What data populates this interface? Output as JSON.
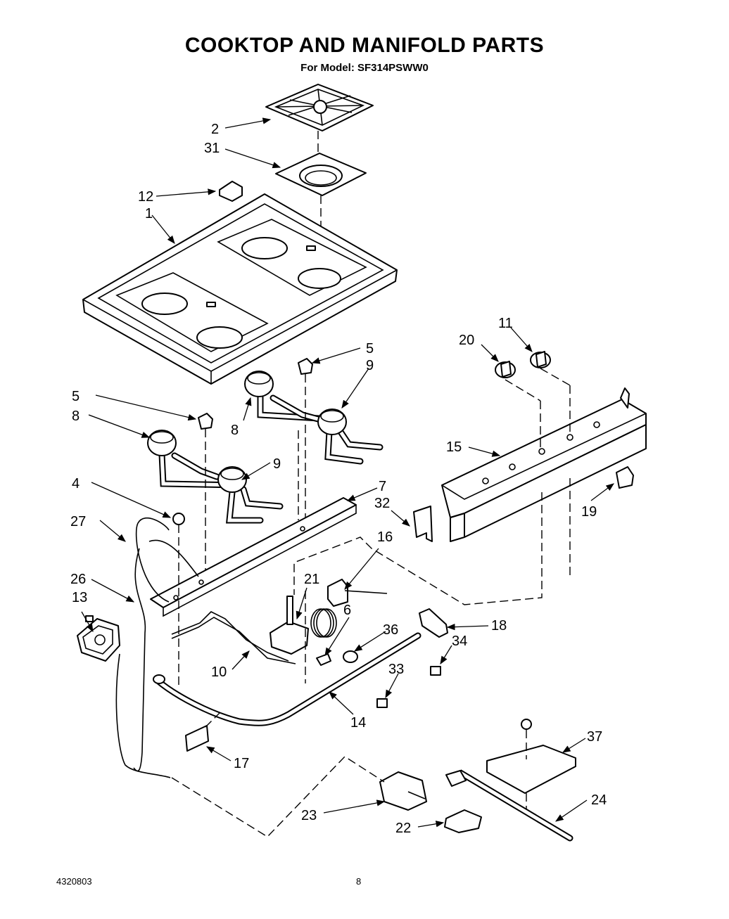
{
  "header": {
    "title": "COOKTOP AND MANIFOLD PARTS",
    "subtitle": "For Model: SF314PSWW0"
  },
  "footer": {
    "document_number": "4320803",
    "page_number": "8"
  },
  "callouts": {
    "c1": "1",
    "c2": "2",
    "c4": "4",
    "c5a": "5",
    "c5b": "5",
    "c6": "6",
    "c7": "7",
    "c8a": "8",
    "c8b": "8",
    "c9a": "9",
    "c9b": "9",
    "c10": "10",
    "c11": "11",
    "c12": "12",
    "c13": "13",
    "c14": "14",
    "c15": "15",
    "c16": "16",
    "c17": "17",
    "c18": "18",
    "c19": "19",
    "c20": "20",
    "c21": "21",
    "c22": "22",
    "c23": "23",
    "c24": "24",
    "c26": "26",
    "c27": "27",
    "c31": "31",
    "c32": "32",
    "c33": "33",
    "c34": "34",
    "c36": "36",
    "c37": "37"
  }
}
